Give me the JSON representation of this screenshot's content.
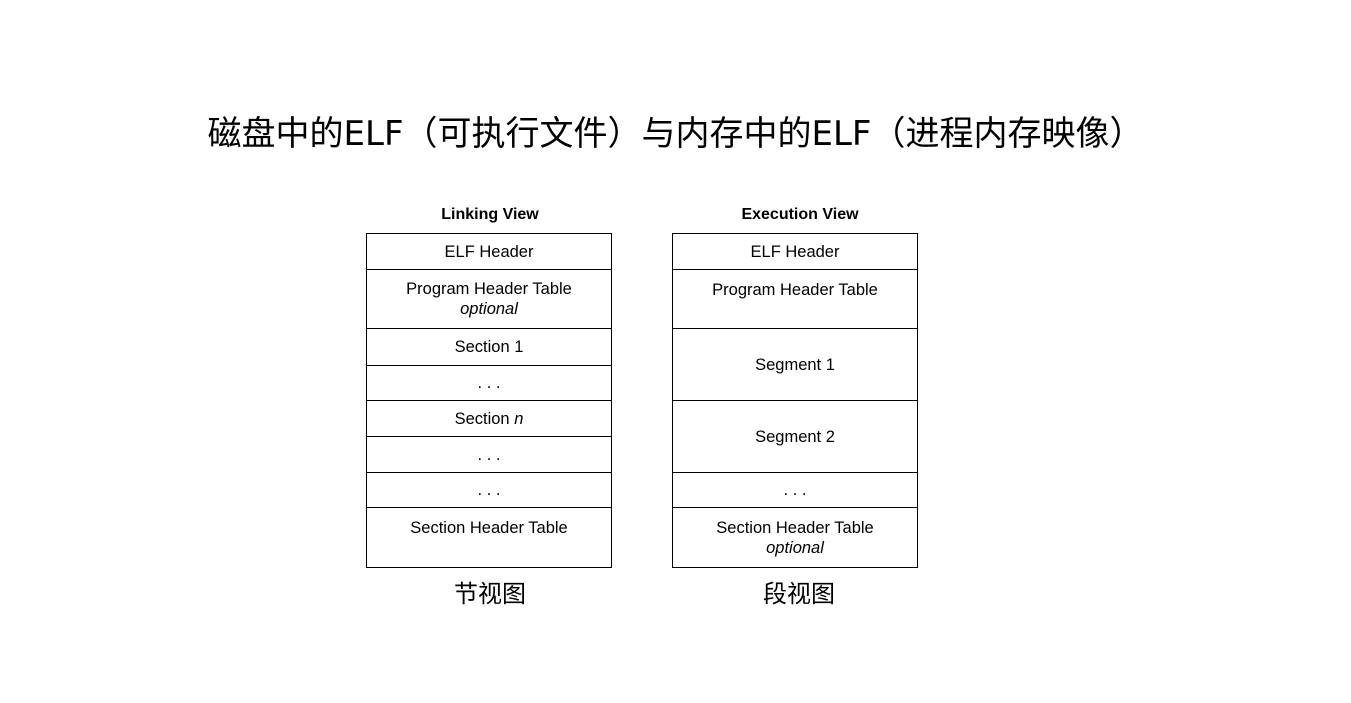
{
  "title": "磁盘中的ELF（可执行文件）与内存中的ELF（进程内存映像）",
  "linking_view": {
    "heading": "Linking View",
    "caption": "节视图",
    "rows": {
      "elf_header": "ELF Header",
      "program_header_table": "Program Header Table",
      "program_header_table_note": "optional",
      "section_1": "Section 1",
      "ellipsis_1": ". . .",
      "section_n_prefix": "Section",
      "section_n_var": "n",
      "ellipsis_2": ". . .",
      "ellipsis_3": ". . .",
      "section_header_table": "Section Header Table"
    }
  },
  "execution_view": {
    "heading": "Execution View",
    "caption": "段视图",
    "rows": {
      "elf_header": "ELF Header",
      "program_header_table": "Program Header Table",
      "segment_1": "Segment 1",
      "segment_2": "Segment 2",
      "ellipsis": ". . .",
      "section_header_table": "Section Header Table",
      "section_header_table_note": "optional"
    }
  }
}
